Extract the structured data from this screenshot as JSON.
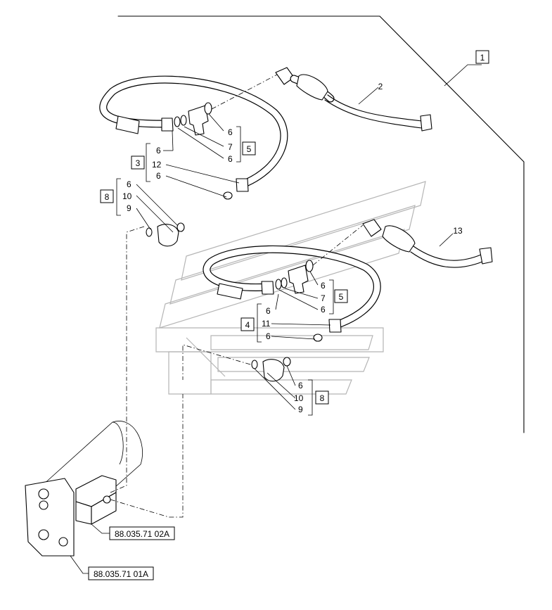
{
  "callouts": {
    "c1": "1",
    "c2": "2",
    "c13": "13",
    "c3": "3",
    "c4": "4",
    "c5a": "5",
    "c5b": "5",
    "c8a": "8",
    "c8b": "8"
  },
  "labels": {
    "upper_tee": [
      "6",
      "7",
      "6"
    ],
    "upper_group3": [
      "6",
      "12",
      "6"
    ],
    "upper_group8": [
      "6",
      "10",
      "9"
    ],
    "lower_tee": [
      "6",
      "7",
      "6"
    ],
    "lower_group4": [
      "6",
      "11",
      "6"
    ],
    "lower_group8": [
      "6",
      "10",
      "9"
    ]
  },
  "references": {
    "ref_02a": "88.035.71 02A",
    "ref_01a": "88.035.71 01A"
  }
}
